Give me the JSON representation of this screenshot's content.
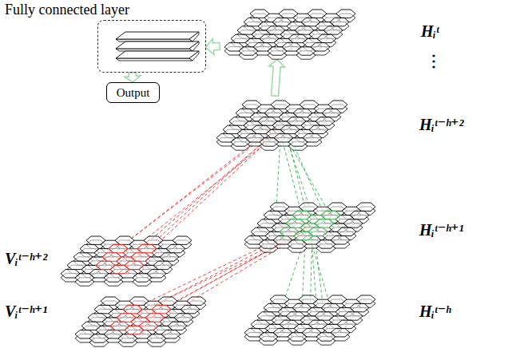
{
  "diagram": {
    "nodes": [
      {
        "text": [
          "Fully connected layer"
        ]
      },
      {
        "text": [
          "Output"
        ]
      },
      {
        "text": [
          "Hᵢᵗ"
        ]
      },
      {
        "text": [
          "Hᵢᵗ⁻ʰ⁺²"
        ]
      },
      {
        "text": [
          "Vᵢᵗ⁻ʰ⁺²"
        ]
      },
      {
        "text": [
          "Hᵢᵗ⁻ʰ⁺¹"
        ]
      },
      {
        "text": [
          "Vᵢᵗ⁻ʰ⁺¹"
        ]
      },
      {
        "text": [
          "Hᵢᵗ⁻ʰ"
        ]
      }
    ],
    "edges": [
      {
        "from": 2,
        "to": 0,
        "arrow": "to"
      },
      {
        "from": 0,
        "to": 1,
        "arrow": "to"
      },
      {
        "from": 3,
        "to": 2,
        "arrow": "to"
      },
      {
        "from": 4,
        "to": 3,
        "arrow": "none"
      },
      {
        "from": 5,
        "to": 3,
        "arrow": "none"
      },
      {
        "from": 6,
        "to": 5,
        "arrow": "none"
      },
      {
        "from": 7,
        "to": 5,
        "arrow": "none"
      }
    ],
    "labels": [
      "⋮"
    ]
  }
}
